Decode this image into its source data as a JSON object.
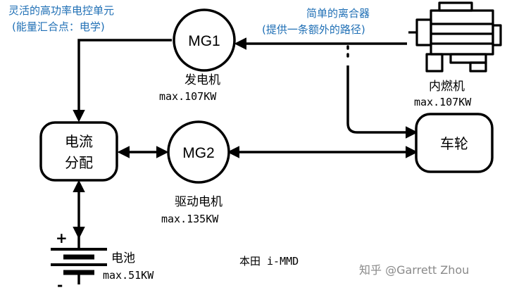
{
  "notes": {
    "left_line1": "灵活的高功率电控单元",
    "left_line2": "(能量汇合点：电学)",
    "right_line1": "简单的离合器",
    "right_line2": "(提供一条额外的路径)"
  },
  "nodes": {
    "mg1": "MG1",
    "mg2": "MG2",
    "power_split_line1": "电流",
    "power_split_line2": "分配",
    "wheel": "车轮"
  },
  "labels": {
    "generator": "发电机",
    "generator_max": "max.107KW",
    "engine": "内燃机",
    "engine_max": "max.107KW",
    "drive_motor": "驱动电机",
    "drive_motor_max": "max.135KW",
    "battery": "电池",
    "battery_max": "max.51KW",
    "battery_plus": "+",
    "battery_minus": "-",
    "footer": "本田 i-MMD",
    "watermark": "知乎 @Garrett Zhou"
  },
  "colors": {
    "annotation": "#1f6fb5",
    "stroke": "#000000"
  }
}
